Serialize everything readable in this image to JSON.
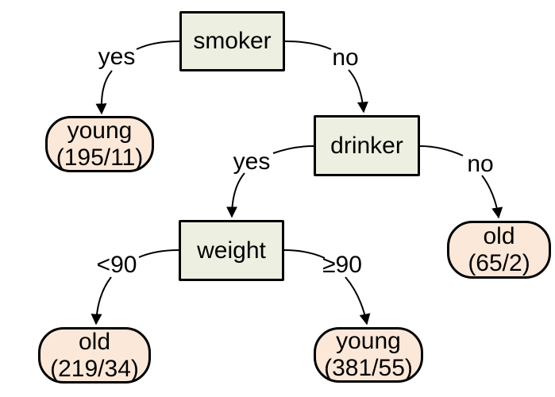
{
  "diagram": {
    "kind": "decision-tree",
    "background_color": "#ffffff",
    "colors": {
      "decision_node_fill": "#edf0e1",
      "leaf_node_fill": "#fce8d9",
      "node_border": "#000000",
      "edge_line": "#000000",
      "text": "#000000"
    },
    "nodes": {
      "smoker": {
        "type": "decision",
        "label": "smoker"
      },
      "drinker": {
        "type": "decision",
        "label": "drinker"
      },
      "weight": {
        "type": "decision",
        "label": "weight"
      },
      "leaf_young_smoker_yes": {
        "type": "leaf",
        "label": "young",
        "count": "(195/11)"
      },
      "leaf_old_drinker_no": {
        "type": "leaf",
        "label": "old",
        "count": "(65/2)"
      },
      "leaf_old_weight_lt90": {
        "type": "leaf",
        "label": "old",
        "count": "(219/34)"
      },
      "leaf_young_weight_ge90": {
        "type": "leaf",
        "label": "young",
        "count": "(381/55)"
      }
    },
    "edges": {
      "smoker_yes": {
        "from": "smoker",
        "to": "leaf_young_smoker_yes",
        "label": "yes"
      },
      "smoker_no": {
        "from": "smoker",
        "to": "drinker",
        "label": "no"
      },
      "drinker_yes": {
        "from": "drinker",
        "to": "weight",
        "label": "yes"
      },
      "drinker_no": {
        "from": "drinker",
        "to": "leaf_old_drinker_no",
        "label": "no"
      },
      "weight_lt90": {
        "from": "weight",
        "to": "leaf_old_weight_lt90",
        "label": "<90"
      },
      "weight_ge90": {
        "from": "weight",
        "to": "leaf_young_weight_ge90",
        "label": "≥90"
      }
    }
  }
}
